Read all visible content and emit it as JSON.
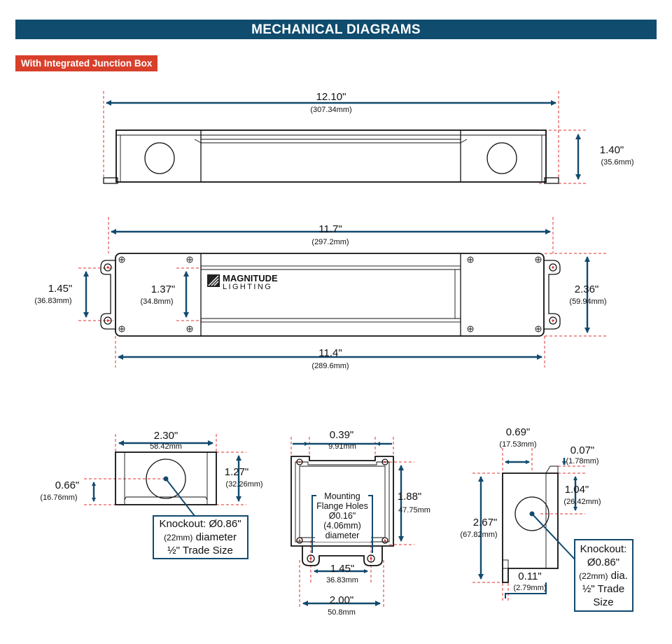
{
  "header": {
    "title": "MECHANICAL DIAGRAMS",
    "section_label": "With Integrated Junction Box"
  },
  "top_view": {
    "length": {
      "in": "12.10\"",
      "mm": "(307.34mm)"
    },
    "height": {
      "in": "1.40\"",
      "mm": "(35.6mm)"
    }
  },
  "front_view": {
    "outer_width": {
      "in": "11.7\"",
      "mm": "(297.2mm)"
    },
    "inner_width": {
      "in": "11.4\"",
      "mm": "(289.6mm)"
    },
    "total_height": {
      "in": "2.36\"",
      "mm": "(59.94mm)"
    },
    "flange_spacing": {
      "in": "1.45\"",
      "mm": "(36.83mm)"
    },
    "lens_height": {
      "in": "1.37\"",
      "mm": "(34.8mm)"
    },
    "logo_line1": "MAGNITUDE",
    "logo_line2": "LIGHTING"
  },
  "side_view": {
    "width": {
      "in": "2.30\"",
      "mm": "58.42mm"
    },
    "height": {
      "in": "1.27\"",
      "mm": "(32.26mm)"
    },
    "knockout_offset": {
      "in": "0.66\"",
      "mm": "(16.76mm)"
    },
    "callout": {
      "line1": "Knockout: Ø0.86\"",
      "line2a": "(22mm)",
      "line2b": " diameter",
      "line3": "½\" Trade Size"
    }
  },
  "end_view": {
    "top_gap": {
      "in": "0.39\"",
      "mm": "9.91mm"
    },
    "height": {
      "in": "1.88\"",
      "mm": "47.75mm"
    },
    "hole_spacing": {
      "in": "1.45\"",
      "mm": "36.83mm"
    },
    "width": {
      "in": "2.00\"",
      "mm": "50.8mm"
    },
    "note": [
      "Mounting",
      "Flange Holes",
      "Ø0.16\"",
      "(4.06mm)",
      "diameter"
    ]
  },
  "profile_view": {
    "top_width": {
      "in": "0.69\"",
      "mm": "(17.53mm)"
    },
    "lip": {
      "in": "0.07\"",
      "mm": "(1.78mm)"
    },
    "knockout_center": {
      "in": "1.04\"",
      "mm": "(26.42mm)"
    },
    "height": {
      "in": "2.67\"",
      "mm": "(67.82mm)"
    },
    "base": {
      "in": "0.11\"",
      "mm": "(2.79mm)"
    },
    "callout": {
      "line1": "Knockout:",
      "line2": "Ø0.86\"",
      "line3a": "(22mm)",
      "line3b": " dia.",
      "line4": "½\" Trade",
      "line5": "Size"
    }
  }
}
